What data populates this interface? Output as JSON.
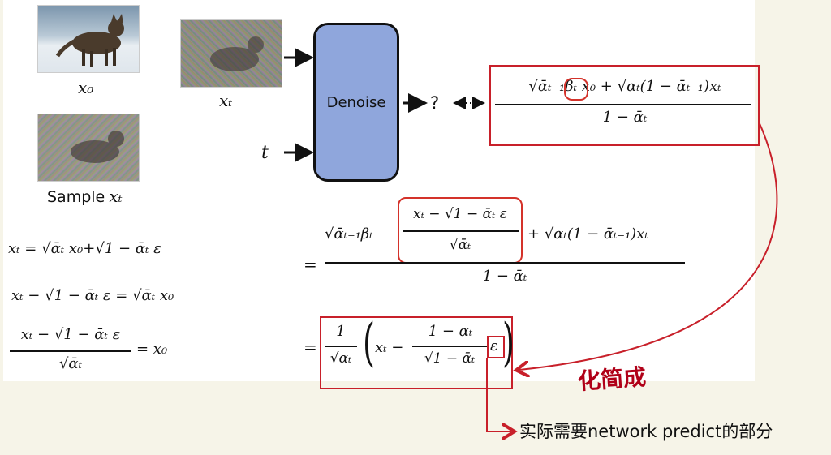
{
  "labels": {
    "x0": "x₀",
    "xt": "xₜ",
    "t": "t",
    "sample": "Sample",
    "sample_var": "xₜ",
    "denoise": "Denoise",
    "question": "?"
  },
  "equations": {
    "target_num": "√ᾱₜ₋₁βₜ x₀ + √αₜ(1 − ᾱₜ₋₁)xₜ",
    "target_den": "1 − ᾱₜ",
    "eq1": "xₜ = √ᾱₜ x₀+√1 − ᾱₜ ε",
    "eq2": "xₜ − √1 − ᾱₜ ε = √ᾱₜ x₀",
    "eq3_num": "xₜ − √1 − ᾱₜ ε",
    "eq3_den": "√ᾱₜ",
    "eq3_rhs": "= x₀",
    "sub_num_left": "√ᾱₜ₋₁βₜ",
    "sub_inner_num": "xₜ − √1 − ᾱₜ ε",
    "sub_inner_den": "√ᾱₜ",
    "sub_num_right": "+ √αₜ(1 − ᾱₜ₋₁)xₜ",
    "sub_den": "1 − ᾱₜ",
    "equals": "=",
    "final_coef_num": "1",
    "final_coef_den": "√αₜ",
    "final_xt": "xₜ −",
    "final_frac_num": "1 − αₜ",
    "final_frac_den": "√1 − ᾱₜ",
    "final_eps": "ε"
  },
  "annotations": {
    "simplify": "化简成",
    "network_predict": "实际需要network predict的部分"
  },
  "colors": {
    "red": "#c8202a",
    "denoise_fill": "#8fa6dc",
    "background": "#f6f4e8"
  }
}
